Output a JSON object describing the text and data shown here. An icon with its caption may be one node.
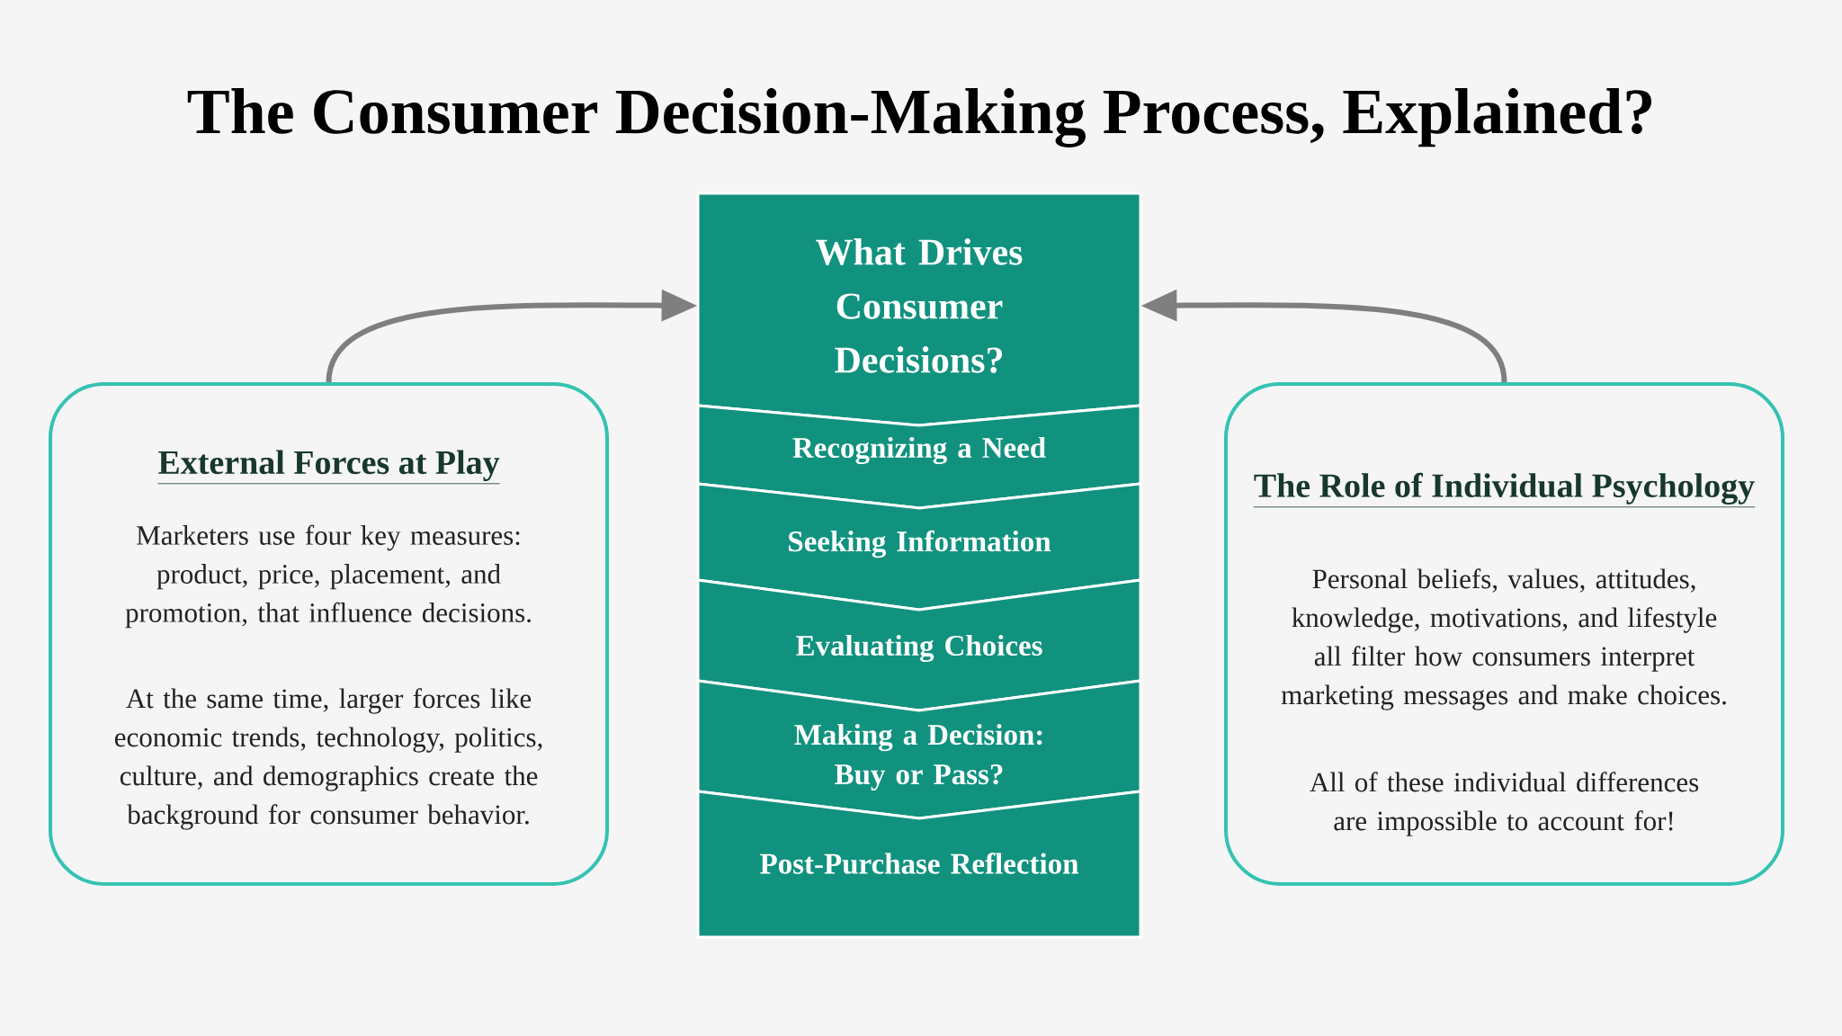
{
  "diagram": {
    "title": "The Consumer Decision-Making Process, Explained?",
    "nodes": [
      {
        "text": [
          "What Drives Consumer Decisions?"
        ]
      },
      {
        "text": [
          "Recognizing a Need"
        ]
      },
      {
        "text": [
          "Seeking Information"
        ]
      },
      {
        "text": [
          "Evaluating Choices"
        ]
      },
      {
        "text": [
          "Making a Decision: Buy or Pass?"
        ]
      },
      {
        "text": [
          "Post-Purchase Reflection"
        ]
      },
      {
        "text": [
          "External Forces at Play",
          "Marketers use four key measures: product, price, placement, and promotion, that influence decisions.",
          "At the same time, larger forces like economic trends, technology, politics, culture, and demographics create the background for consumer behavior."
        ]
      },
      {
        "text": [
          "The Role of Individual Psychology",
          "Personal beliefs, values, attitudes, knowledge, motivations, and lifestyle all filter how consumers interpret marketing messages and make choices.",
          "All of these individual differences are impossible to account for!"
        ]
      }
    ],
    "edges": [
      {
        "from": 6,
        "to": 0,
        "arrow": "to"
      },
      {
        "from": 7,
        "to": 0,
        "arrow": "to"
      }
    ]
  }
}
